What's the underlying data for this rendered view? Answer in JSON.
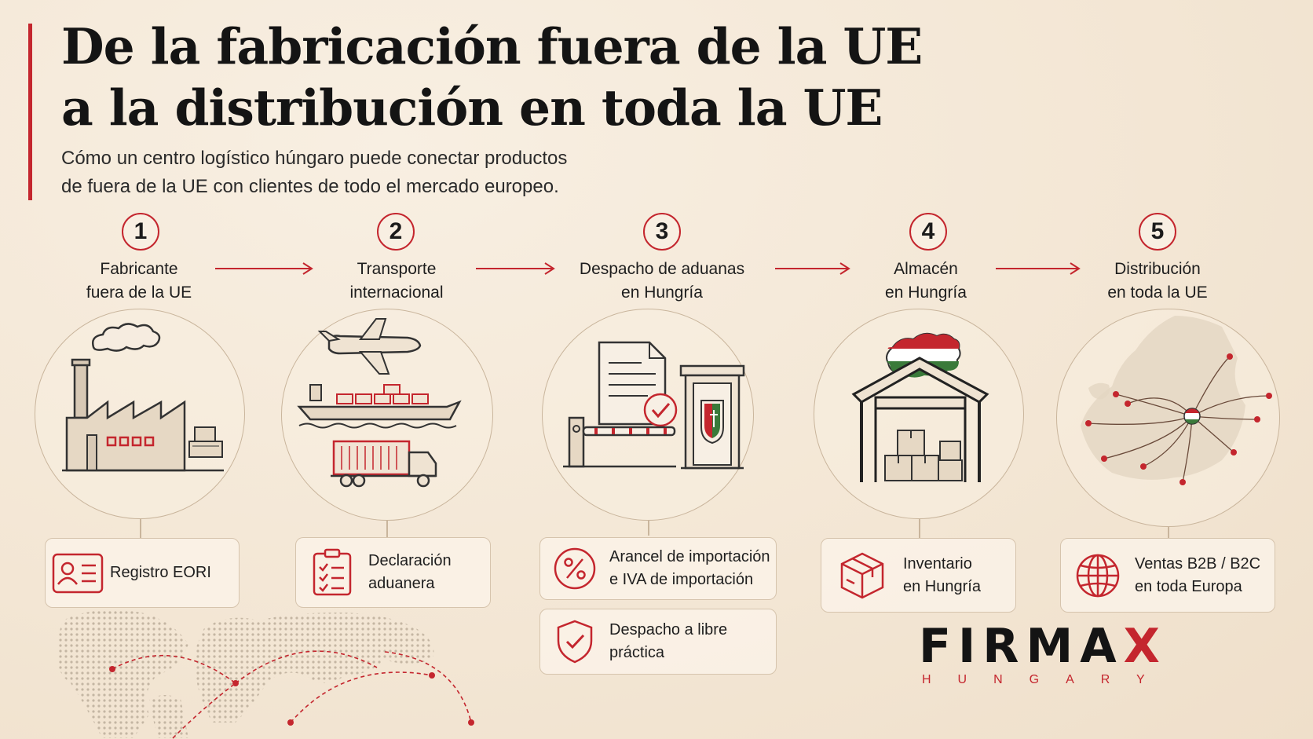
{
  "header": {
    "title_line1": "De la fabricación fuera de la UE",
    "title_line2": "a la distribución en toda la UE",
    "subtitle_line1": "Cómo un centro logístico húngaro puede conectar productos",
    "subtitle_line2": "de fuera de la UE con clientes de todo el mercado europeo."
  },
  "steps": [
    {
      "num": "1",
      "label_line1": "Fabricante",
      "label_line2": "fuera de la UE",
      "cards": [
        {
          "text_line1": "Registro EORI",
          "text_line2": "",
          "icon": "id-card-icon"
        }
      ]
    },
    {
      "num": "2",
      "label_line1": "Transporte",
      "label_line2": "internacional",
      "cards": [
        {
          "text_line1": "Declaración",
          "text_line2": "aduanera",
          "icon": "clipboard-checklist-icon"
        }
      ]
    },
    {
      "num": "3",
      "label_line1": "Despacho de aduanas",
      "label_line2": "en Hungría",
      "cards": [
        {
          "text_line1": "Arancel de importación",
          "text_line2": "e IVA de importación",
          "icon": "percent-icon"
        },
        {
          "text_line1": "Despacho a libre",
          "text_line2": "práctica",
          "icon": "shield-check-icon"
        }
      ]
    },
    {
      "num": "4",
      "label_line1": "Almacén",
      "label_line2": "en Hungría",
      "cards": [
        {
          "text_line1": "Inventario",
          "text_line2": "en Hungría",
          "icon": "package-icon"
        }
      ]
    },
    {
      "num": "5",
      "label_line1": "Distribución",
      "label_line2": "en toda la UE",
      "cards": [
        {
          "text_line1": "Ventas B2B / B2C",
          "text_line2": "en toda Europa",
          "icon": "globe-icon"
        }
      ]
    }
  ],
  "logo": {
    "main": "FIRMA",
    "accent": "X",
    "sub": "HUNGARY"
  },
  "colors": {
    "accent": "#c4262e",
    "line": "#c9b59c",
    "background": "#f3e6d4",
    "text": "#1b1b1b"
  }
}
